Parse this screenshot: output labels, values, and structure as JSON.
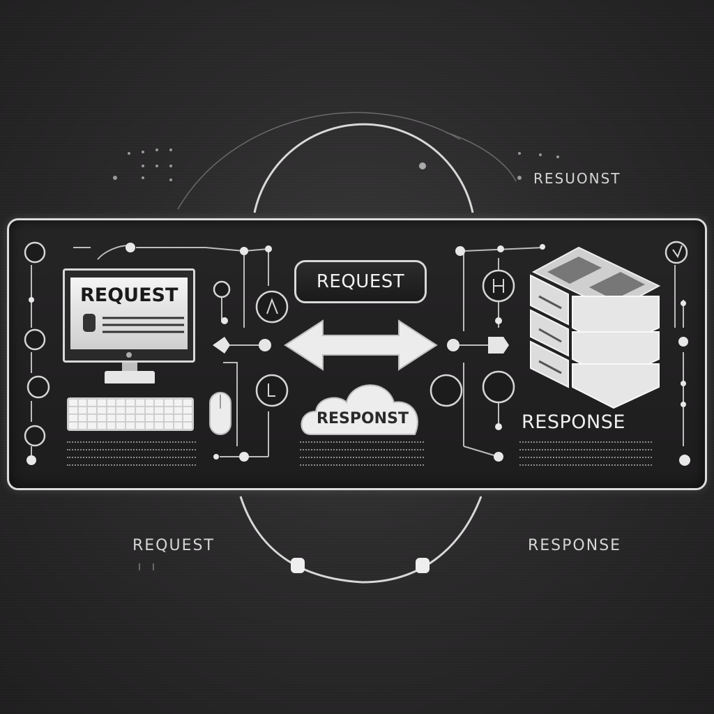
{
  "top_right_label": "RESUONST",
  "bottom_left_label": "REQUEST",
  "bottom_right_label": "RESPONSE",
  "monitor_title": "REQUEST",
  "request_pill": "REQUEST",
  "cloud_label": "RESPONST",
  "server_label": "RESPONSE",
  "colors": {
    "background": "#2b2a2b",
    "panel_border": "#dcdcdc",
    "foreground": "#e8e8e8"
  },
  "icons": [
    "computer-monitor-icon",
    "keyboard-icon",
    "mouse-icon",
    "double-arrow-icon",
    "cloud-icon",
    "server-rack-icon"
  ]
}
